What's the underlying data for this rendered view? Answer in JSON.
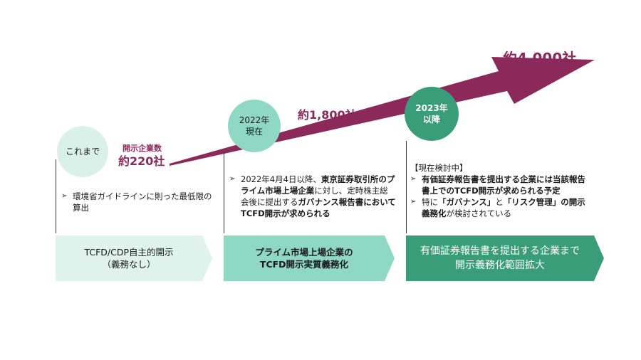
{
  "colors": {
    "arrow": "#8b2a5a",
    "stage1": "#dff3ec",
    "stage2": "#8fd9c2",
    "stage3": "#3a9d7a"
  },
  "milestones": [
    {
      "label": "これまで"
    },
    {
      "label": "2022年\n現在"
    },
    {
      "label": "2023年\n以降"
    }
  ],
  "counts": {
    "first_label": "開示企業数",
    "first": "約220社",
    "second": "約1,800社",
    "third": "約4,000社"
  },
  "descriptions": {
    "d1_item": "環境省ガイドラインに則った最低限の算出",
    "d2_part1": "2022年4月4日以降、",
    "d2_bold1": "東京証券取引所のプライム市場上場企業",
    "d2_part2": "に対し、定時株主総会後に提出する",
    "d2_bold2": "ガバナンス報告書においてTCFD開示が求められる",
    "d3_header": "【現在検討中】",
    "d3_item1": "有価証券報告書を提出する企業には当該報告書上でのTCFD開示が求められる予定",
    "d3_item2_part1": "特に",
    "d3_item2_bold1": "「ガバナンス」",
    "d3_item2_part2": "と",
    "d3_item2_bold2": "「リスク管理」の開示義務化",
    "d3_item2_part3": "が検討されている"
  },
  "stages": [
    {
      "label": "TCFD/CDP自主的開示\n（義務なし）"
    },
    {
      "label": "プライム市場上場企業の\nTCFD開示実質義務化"
    },
    {
      "label": "有価証券報告書を提出する企業まで\n開示義務化範囲拡大"
    }
  ]
}
